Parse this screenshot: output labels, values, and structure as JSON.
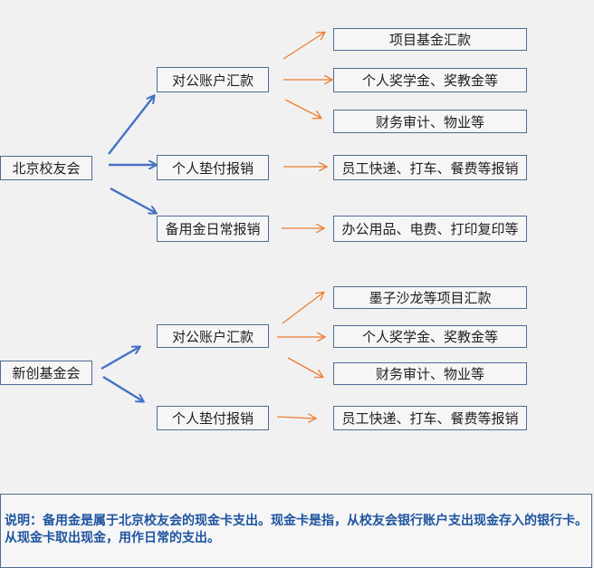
{
  "root_a": "北京校友会",
  "root_b": "新创基金会",
  "mid": {
    "dg_a": "对公账户汇款",
    "gr_a": "个人垫付报销",
    "by_a": "备用金日常报销",
    "dg_b": "对公账户汇款",
    "gr_b": "个人垫付报销"
  },
  "leaf": {
    "a1": "项目基金汇款",
    "a2": "个人奖学金、奖教金等",
    "a3": "财务审计、物业等",
    "a4": "员工快递、打车、餐费等报销",
    "a5": "办公用品、电费、打印复印等",
    "b1": "墨子沙龙等项目汇款",
    "b2": "个人奖学金、奖教金等",
    "b3": "财务审计、物业等",
    "b4": "员工快递、打车、餐费等报销"
  },
  "note": "说明：备用金是属于北京校友会的现金卡支出。现金卡是指，从校友会银行账户支出现金存入的银行卡。从现金卡取出现金，用作日常的支出。",
  "colors": {
    "blue_arrow": "#4472c4",
    "orange_arrow": "#ed7d31",
    "box_border": "#4e6c93",
    "note_text": "#1f55a0"
  }
}
